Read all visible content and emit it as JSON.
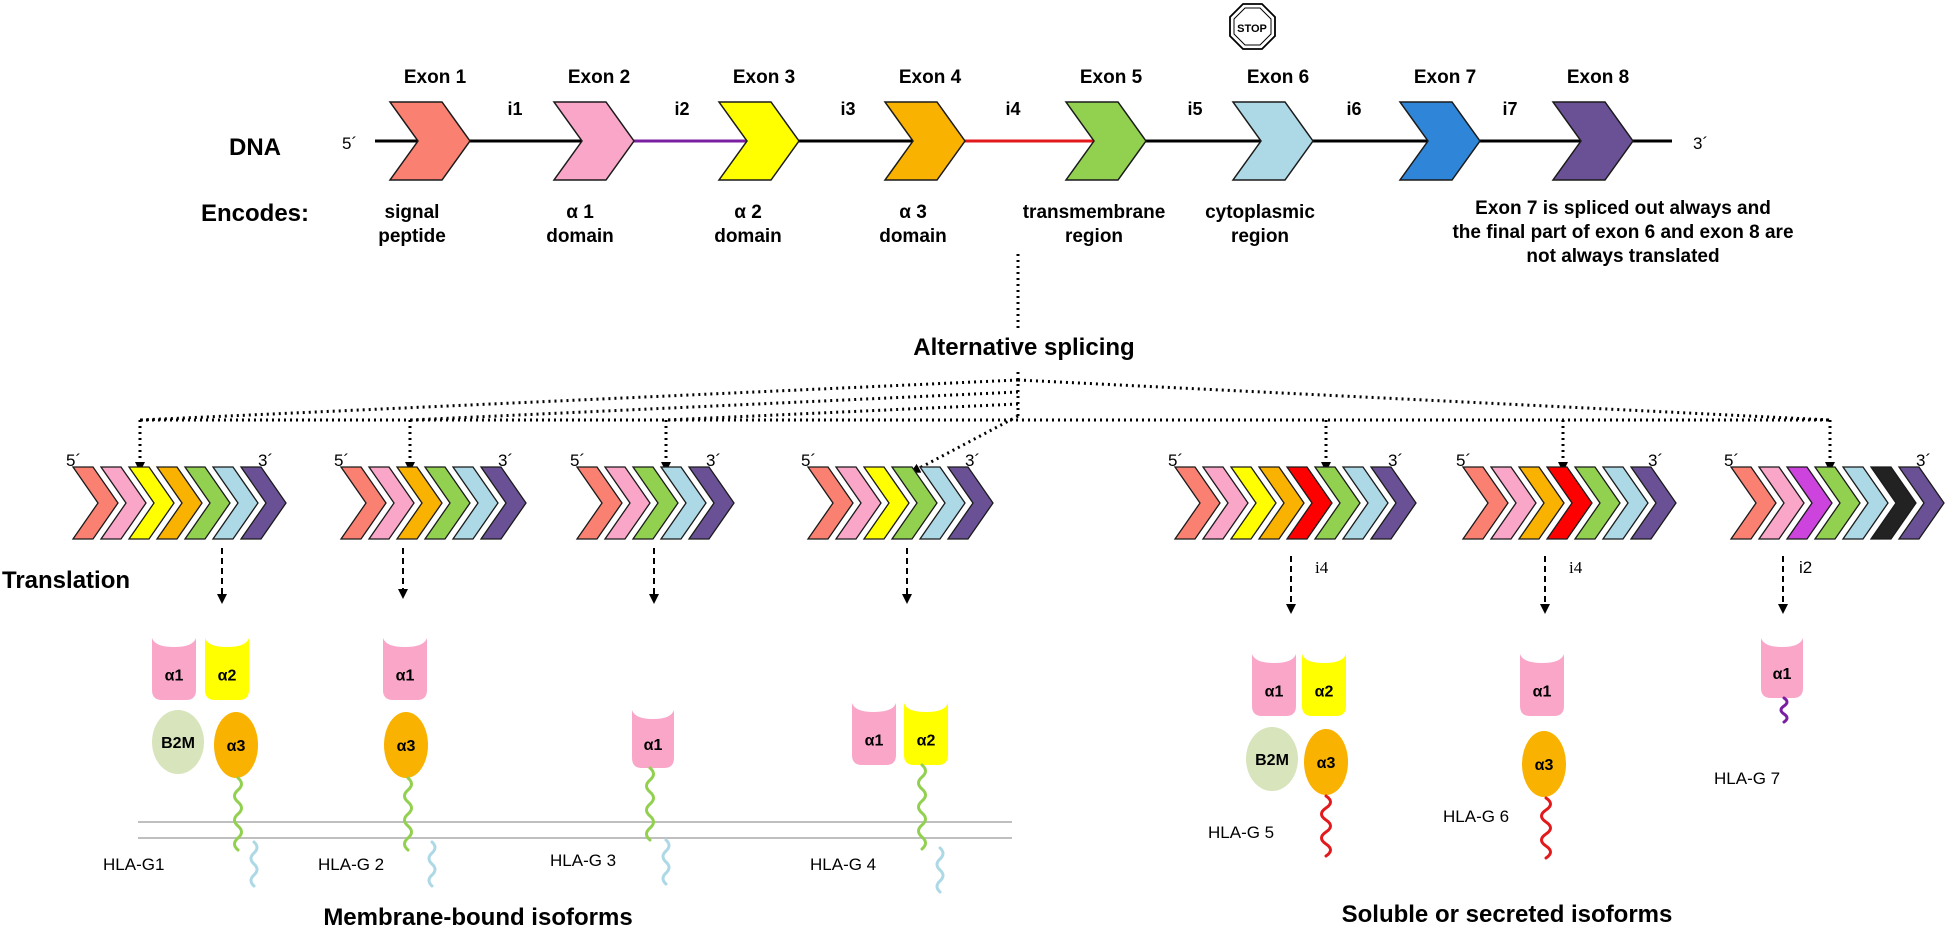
{
  "stop_sign": "STOP",
  "dna": {
    "label": "DNA",
    "five_prime": "5´",
    "three_prime": "3´",
    "encodes_label": "Encodes:",
    "exons": [
      {
        "label": "Exon 1",
        "color": "#fa8072",
        "encodes": [
          "signal",
          "peptide"
        ]
      },
      {
        "label": "Exon 2",
        "color": "#f9a6c9",
        "encodes": [
          "α 1",
          "domain"
        ]
      },
      {
        "label": "Exon 3",
        "color": "#ffff00",
        "encodes": [
          "α 2",
          "domain"
        ]
      },
      {
        "label": "Exon 4",
        "color": "#f9b200",
        "encodes": [
          "α 3",
          "domain"
        ]
      },
      {
        "label": "Exon 5",
        "color": "#92d050",
        "encodes": [
          "transmembrane",
          "region"
        ]
      },
      {
        "label": "Exon 6",
        "color": "#add8e6",
        "encodes": [
          "cytoplasmic",
          "region"
        ]
      },
      {
        "label": "Exon 7",
        "color": "#2f86d8",
        "encodes": []
      },
      {
        "label": "Exon 8",
        "color": "#6a5196",
        "encodes": []
      }
    ],
    "introns": [
      "i1",
      "i2",
      "i3",
      "i4",
      "i5",
      "i6",
      "i7"
    ],
    "note": [
      "Exon 7 is spliced out always and",
      "the final part of exon 6 and exon 8 are",
      "not always translated"
    ]
  },
  "alt_splicing": "Alternative splicing",
  "translation": "Translation",
  "colors": {
    "pink": "#f9a6c9",
    "yellow": "#ffff00",
    "orange": "#f9b200",
    "green": "#92d050",
    "lightblue": "#add8e6",
    "purple": "#6a5196",
    "red": "#ff0000",
    "b2m": "#d8e4bc",
    "magenta": "#cc44dd",
    "i4_line": "#e31a1c",
    "i2_line": "#7a1fa2"
  },
  "domains": {
    "a1": "α1",
    "a2": "α2",
    "a3": "α3",
    "b2m": "B2M"
  },
  "transcripts": [
    {
      "five": "5´",
      "three": "3´",
      "intron": ""
    },
    {
      "five": "5´",
      "three": "3´",
      "intron": ""
    },
    {
      "five": "5´",
      "three": "3´",
      "intron": ""
    },
    {
      "five": "5´",
      "three": "3´",
      "intron": ""
    },
    {
      "five": "5´",
      "three": "3´",
      "intron": "i4"
    },
    {
      "five": "5´",
      "three": "3´",
      "intron": "i4"
    },
    {
      "five": "5´",
      "three": "3´",
      "intron": "i2"
    }
  ],
  "isoforms": [
    "HLA-G1",
    "HLA-G 2",
    "HLA-G 3",
    "HLA-G 4",
    "HLA-G 5",
    "HLA-G 6",
    "HLA-G 7"
  ],
  "captions": {
    "membrane": "Membrane-bound isoforms",
    "soluble": "Soluble or secreted isoforms"
  }
}
